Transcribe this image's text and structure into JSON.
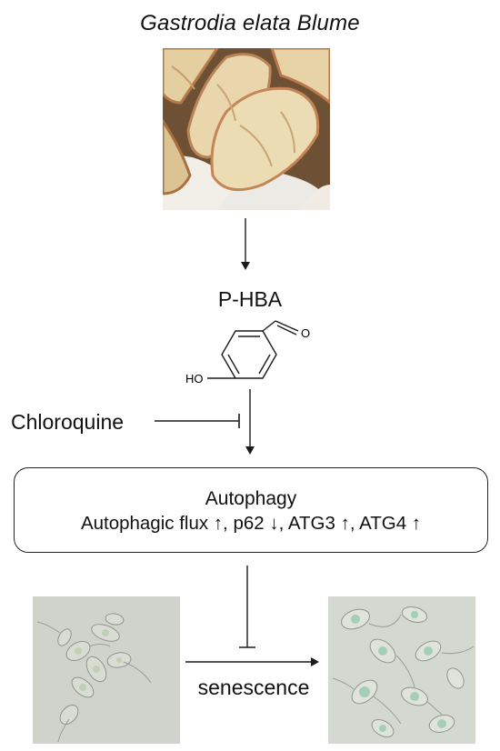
{
  "diagram": {
    "title": "Gastrodia elata Blume",
    "compound": {
      "name": "P-HBA",
      "atom_labels": {
        "hydroxyl": "HO",
        "aldehyde_oxygen": "O"
      }
    },
    "inhibitor": "Chloroquine",
    "process_box": {
      "title": "Autophagy",
      "detail": "Autophagic flux ↑, p62 ↓, ATG3 ↑, ATG4 ↑"
    },
    "outcome_label": "senescence"
  },
  "colors": {
    "line": "#1a1a1a",
    "herb_light": "#efe2c4",
    "herb_dark": "#b9784a",
    "cell_bg": "#cfd3cc",
    "cell_stain": "#a9cdb6"
  }
}
